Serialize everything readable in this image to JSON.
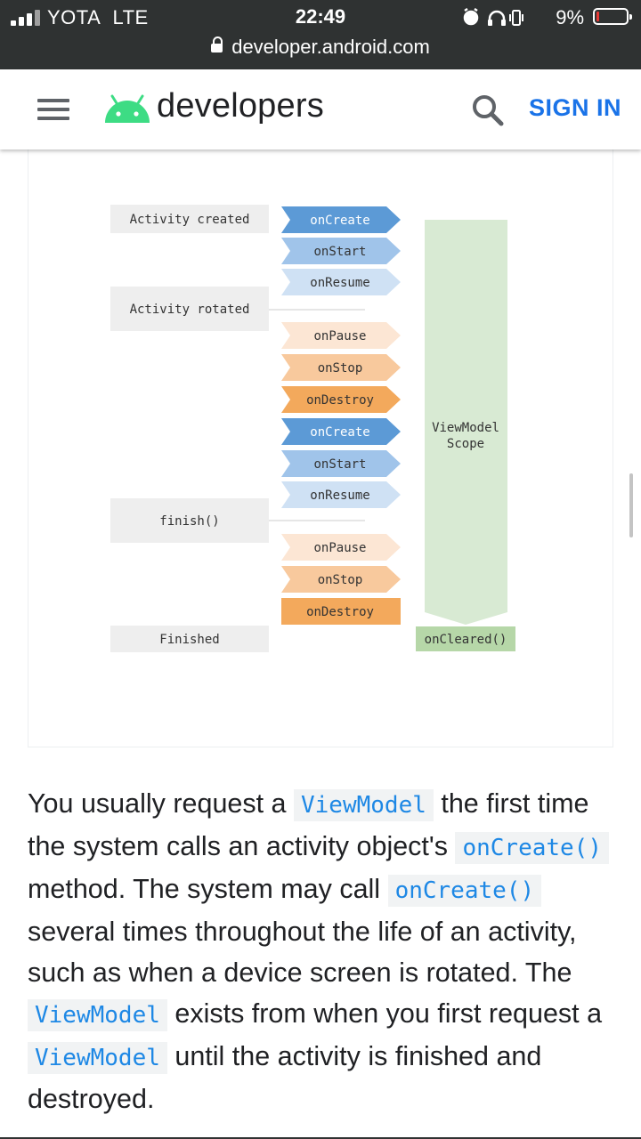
{
  "status_bar": {
    "carrier": "YOTA",
    "network": "LTE",
    "time": "22:49",
    "battery_percent": "9%",
    "url": "developer.android.com"
  },
  "header": {
    "logo_text": "developers",
    "sign_in_label": "SIGN IN"
  },
  "diagram": {
    "states": [
      "Activity created",
      "Activity rotated",
      "finish()",
      "Finished"
    ],
    "callbacks": [
      "onCreate",
      "onStart",
      "onResume",
      "onPause",
      "onStop",
      "onDestroy",
      "onCreate",
      "onStart",
      "onResume",
      "onPause",
      "onStop",
      "onDestroy"
    ],
    "scope_line1": "ViewModel",
    "scope_line2": "Scope",
    "cleared_label": "onCleared()",
    "colors": {
      "create": "#5c9ad6",
      "start": "#a0c4ea",
      "resume": "#cfe1f4",
      "pause": "#fce6d4",
      "stop": "#f8c99d",
      "destroy": "#f3a95c",
      "scope": "#d8ead3",
      "cleared": "#b6d7a8",
      "state_box": "#eeeeee"
    }
  },
  "paragraph": {
    "p1": "You usually request a ",
    "c1": "ViewModel",
    "p2": " the first time the system calls an activity object's ",
    "c2": "onCreate()",
    "p3": " method. The system may call ",
    "c3": "onCreate()",
    "p4": " several times throughout the life of an activity, such as when a device screen is rotated. The ",
    "c4": "ViewModel",
    "p5": " exists from when you first request a ",
    "c5": "ViewModel",
    "p6": " until the activity is finished and destroyed."
  }
}
